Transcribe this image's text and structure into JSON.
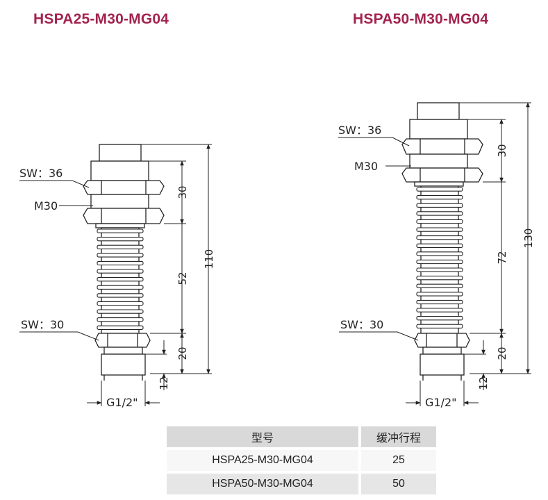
{
  "colors": {
    "title": "#a3234f",
    "line": "#222222",
    "table_header": "#d9d9d9",
    "row_light": "#f7f7f7",
    "row_dark": "#e6e6e6"
  },
  "left_model": {
    "title": "HSPA25-M30-MG04",
    "nut_label": "SW：36",
    "thread_label": "M30",
    "small_nut_label": "SW：30",
    "port_label": "G1/2\"",
    "dim_30": "30",
    "dim_52": "52",
    "dim_20": "20",
    "dim_12": "12",
    "dim_total": "110"
  },
  "right_model": {
    "title": "HSPA50-M30-MG04",
    "nut_label": "SW：36",
    "thread_label": "M30",
    "small_nut_label": "SW：30",
    "port_label": "G1/2\"",
    "dim_30": "30",
    "dim_72": "72",
    "dim_20": "20",
    "dim_12": "12",
    "dim_total": "130"
  },
  "table": {
    "headers": [
      "型号",
      "缓冲行程"
    ],
    "rows": [
      [
        "HSPA25-M30-MG04",
        "25"
      ],
      [
        "HSPA50-M30-MG04",
        "50"
      ]
    ]
  }
}
